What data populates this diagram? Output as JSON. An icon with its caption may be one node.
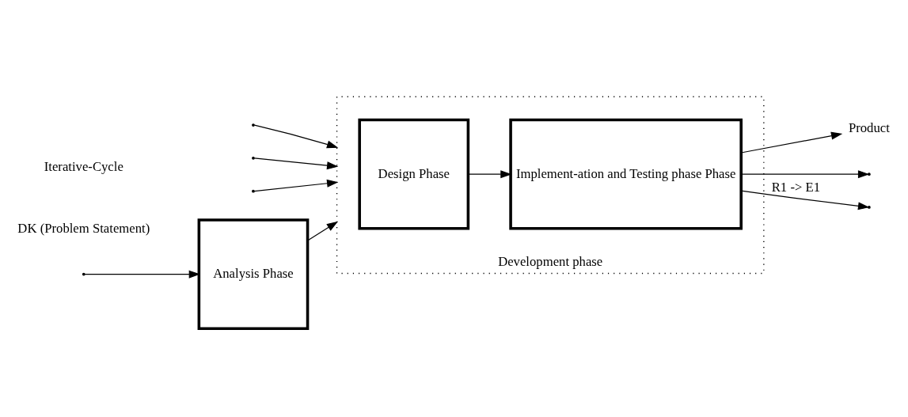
{
  "diagram": {
    "nodes": [
      {
        "text": [
          "Analysis Phase"
        ]
      },
      {
        "text": [
          "Development phase"
        ]
      },
      {
        "text": [
          "Design Phase"
        ],
        "in": 1
      },
      {
        "text": [
          "Implement-ation and Testing phase Phase"
        ],
        "in": 1
      },
      {
        "text": [
          "Product"
        ]
      }
    ],
    "edges": [
      {
        "from": null,
        "to": 0,
        "arrow": "to"
      },
      {
        "from": 0,
        "to": 1,
        "arrow": "to"
      },
      {
        "from": null,
        "to": 1,
        "arrow": "to"
      },
      {
        "from": null,
        "to": 1,
        "arrow": "to"
      },
      {
        "from": null,
        "to": 1,
        "arrow": "to"
      },
      {
        "from": 2,
        "to": 3,
        "arrow": "to"
      },
      {
        "from": 3,
        "to": null,
        "arrow": "to"
      },
      {
        "from": 3,
        "to": 4,
        "arrow": "to"
      },
      {
        "from": 3,
        "to": null,
        "arrow": "to",
        "label": "R1 -> E1"
      }
    ],
    "labels": [
      "DK (Problem Statement)",
      "Iterative-Cycle"
    ]
  }
}
